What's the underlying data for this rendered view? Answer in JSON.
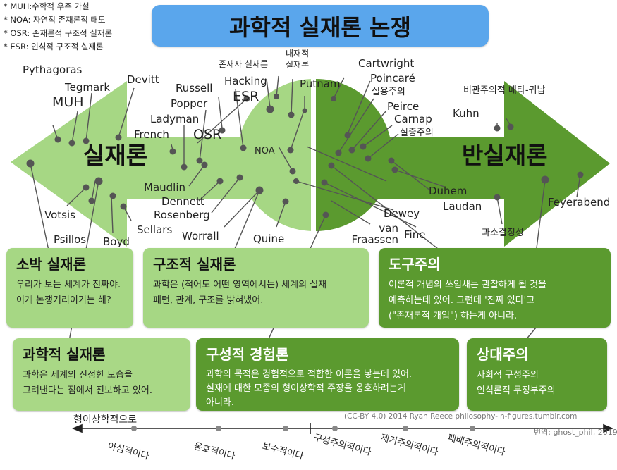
{
  "title": "과학적 실재론 논쟁",
  "legend": [
    "* MUH:수학적 우주 가설",
    "* NOA: 자연적 존재론적 태도",
    "* OSR: 존재론적 구조적 실재론",
    "* ESR: 인식적 구조적 실재론"
  ],
  "arrows": {
    "left_label": "실재론",
    "right_label": "반실재론",
    "center_label": "NOA"
  },
  "names": {
    "pythagoras": "Pythagoras",
    "tegmark": "Tegmark",
    "muh": "MUH",
    "devitt": "Devitt",
    "russell": "Russell",
    "popper": "Popper",
    "ladyman": "Ladyman",
    "french": "French",
    "osr": "OSR",
    "hacking": "Hacking",
    "esr": "ESR",
    "entity_realism": "존재자 실재론",
    "internal_realism": "내재적\n실재론",
    "putnam": "Putnam",
    "cartwright": "Cartwright",
    "poincare": "Poincaré",
    "pragmatism": "실용주의",
    "peirce": "Peirce",
    "carnap": "Carnap",
    "positivism": "실증주의",
    "metainduction": "비관주의적 메타-귀납",
    "kuhn": "Kuhn",
    "maudlin": "Maudlin",
    "dennett": "Dennett",
    "rosenberg": "Rosenberg",
    "worrall": "Worrall",
    "vostis": "Votsis",
    "psillos": "Psillos",
    "boyd": "Boyd",
    "sellars": "Sellars",
    "quine": "Quine",
    "dewey": "Dewey",
    "van_fraassen": "van\nFraassen",
    "fine": "Fine",
    "duhem": "Duhem",
    "laudan": "Laudan",
    "feyerabend": "Feyerabend",
    "underdetermination": "과소결정성"
  },
  "boxes": {
    "naive": {
      "title": "소박 실재론",
      "text": "우리가 보는 세계가 진짜야.\n이게 논쟁거리이기는 해?"
    },
    "structural": {
      "title": "구조적 실재론",
      "text": "과학은 (적어도 어떤 영역에서는) 세계의 실재\n패턴, 관계, 구조를 밝혀냈어."
    },
    "instrumentalism": {
      "title": "도구주의",
      "text": "이론적 개념의 쓰임새는 관찰하게 될 것을\n예측하는데 있어. 그런데 '진짜 있다'고\n(\"존재론적 개입\") 하는게 아니라."
    },
    "scientific": {
      "title": "과학적 실재론",
      "text": "과학은 세계의 진정한 모습을\n그려낸다는 점에서 진보하고 있어."
    },
    "constructive": {
      "title": "구성적 경험론",
      "text": "과학의 목적은 경험적으로 적합한 이론을 낳는데 있어.\n실재에 대한 모종의 형이상학적 주장을 옹호하려는게\n아니라."
    },
    "relativism": {
      "title": "상대주의",
      "text": "사회적 구성주의\n인식론적 무정부주의"
    }
  },
  "credit": "(CC-BY 4.0)  2014 Ryan Reece  philosophy-in-figures.tumblr.com",
  "translator": "번역: ghost_phil, 2019",
  "axis": {
    "label": "형이상학적으로",
    "ticks": [
      "아심적이다",
      "옹호적이다",
      "보수적이다",
      "구성주의적이다",
      "제거주의적이다",
      "패배주의적이다"
    ]
  },
  "colors": {
    "light_green": "#a6d784",
    "dark_green": "#5b9a2f",
    "title_blue": "#5aa6ec"
  }
}
